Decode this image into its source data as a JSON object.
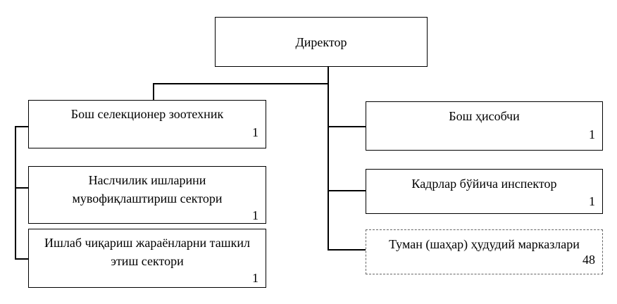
{
  "org_chart": {
    "director": {
      "label": "Директор"
    },
    "left_units": [
      {
        "label": "Бош селекционер зоотехник",
        "count": "1"
      },
      {
        "label_line1": "Наслчилик ишларини",
        "label_line2": "мувофиқлаштириш сектори",
        "count": "1"
      },
      {
        "label_line1": "Ишлаб чиқариш жараёнларни ташкил",
        "label_line2": "этиш сектори",
        "count": "1"
      }
    ],
    "right_units": [
      {
        "label": "Бош ҳисобчи",
        "count": "1"
      },
      {
        "label": "Кадрлар бўйича инспектор",
        "count": "1"
      },
      {
        "label": "Туман (шаҳар) ҳудудий марказлари",
        "count": "48"
      }
    ]
  }
}
